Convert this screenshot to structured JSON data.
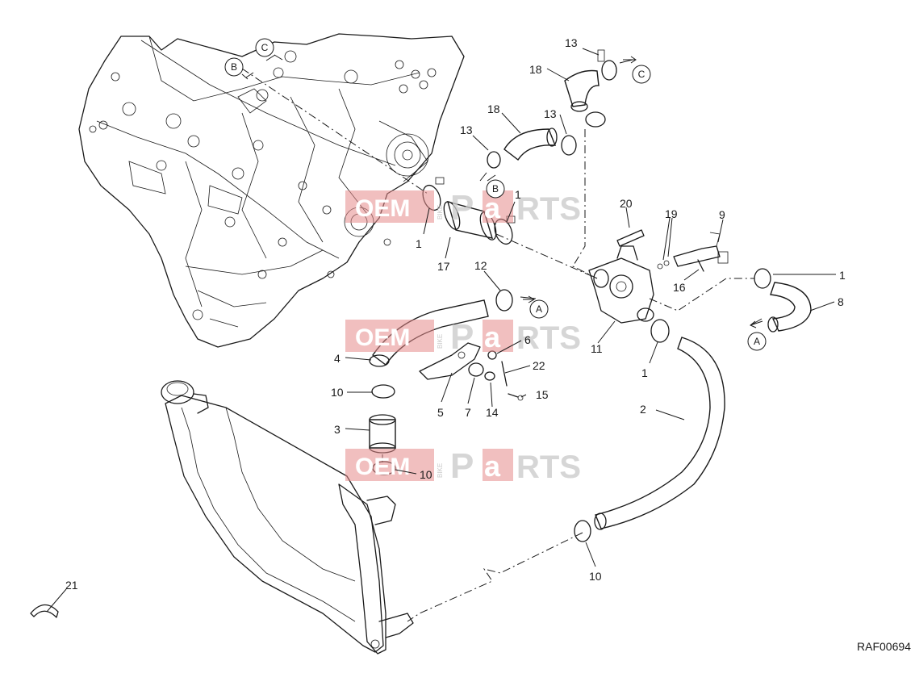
{
  "diagram": {
    "drawing_code": "RAF00694",
    "callouts": [
      "1",
      "1",
      "1",
      "1",
      "2",
      "3",
      "4",
      "5",
      "6",
      "7",
      "8",
      "9",
      "10",
      "10",
      "10",
      "11",
      "12",
      "13",
      "13",
      "13",
      "14",
      "15",
      "16",
      "17",
      "18",
      "18",
      "19",
      "20",
      "21",
      "22"
    ],
    "reference_markers": [
      "A",
      "A",
      "B",
      "B",
      "C",
      "C"
    ],
    "watermark": {
      "oem": "OEM",
      "bike": "BIKE",
      "parts_p": "P",
      "parts_a": "a",
      "parts_rts": "RTS"
    }
  }
}
